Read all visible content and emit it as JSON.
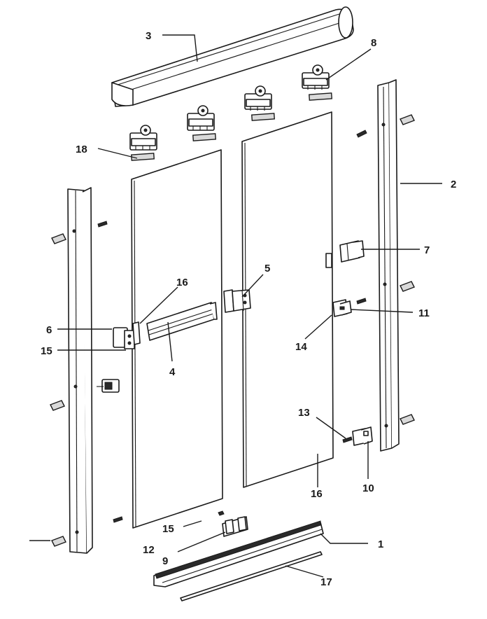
{
  "callouts": {
    "c1": "1",
    "c2": "2",
    "c3": "3",
    "c4": "4",
    "c5": "5",
    "c6": "6",
    "c7": "7",
    "c8": "8",
    "c9": "9",
    "c10": "10",
    "c11": "11",
    "c12": "12",
    "c13": "13",
    "c14": "14",
    "c15a": "15",
    "c15b": "15",
    "c16a": "16",
    "c16b": "16",
    "c17": "17",
    "c18": "18"
  },
  "colors": {
    "line": "#1a1a1a",
    "shade": "#d9d9d9",
    "background": "#ffffff"
  }
}
